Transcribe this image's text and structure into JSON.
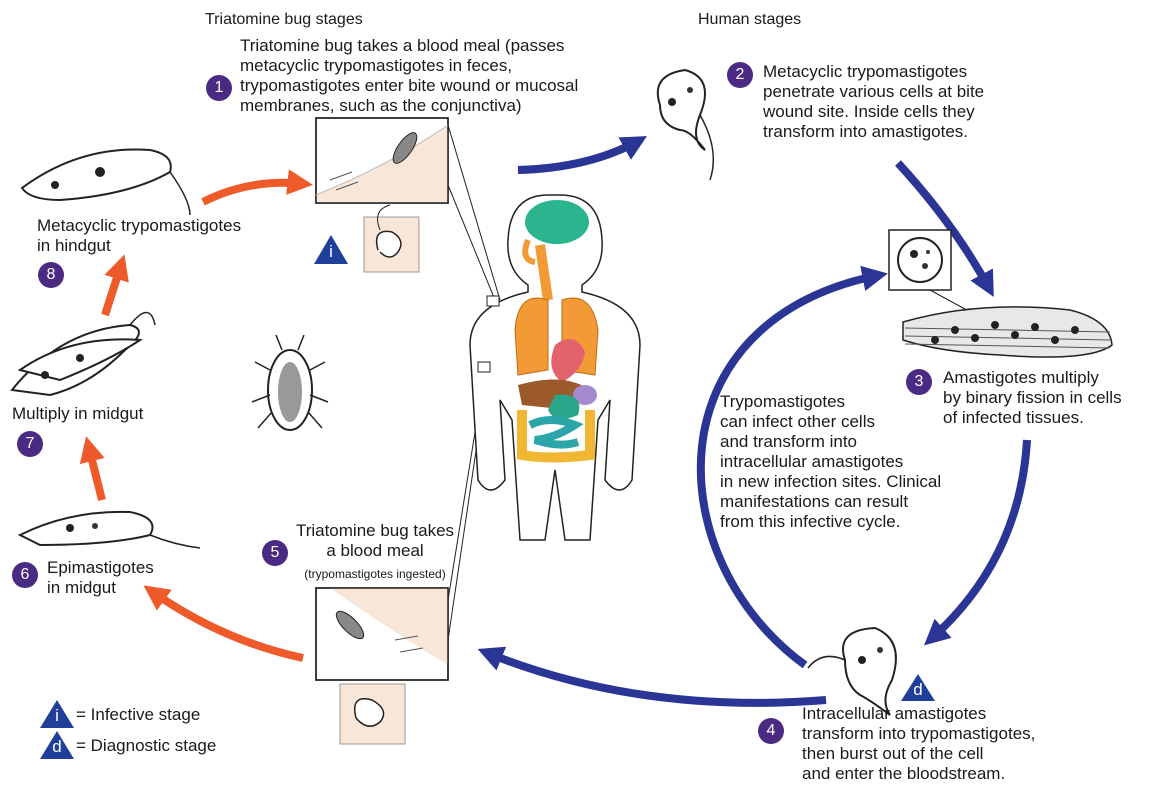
{
  "headers": {
    "bug_stages": "Triatomine bug stages",
    "human_stages": "Human stages"
  },
  "steps": [
    {
      "num": "1",
      "text": "Triatomine bug takes a blood meal (passes\nmetacyclic trypomastigotes in feces,\ntrypomastigotes enter bite wound or mucosal\nmembranes, such as the conjunctiva)"
    },
    {
      "num": "2",
      "text": "Metacyclic trypomastigotes\npenetrate various cells at bite\nwound site. Inside cells they\ntransform into amastigotes."
    },
    {
      "num": "3",
      "text": "Amastigotes multiply\nby binary fission in cells\nof infected tissues."
    },
    {
      "num": "4",
      "text": "Intracellular amastigotes\ntransform into trypomastigotes,\nthen burst out of the cell\nand enter the bloodstream."
    },
    {
      "num": "5",
      "text": "Triatomine bug takes\na blood meal",
      "sub": "(trypomastigotes ingested)"
    },
    {
      "num": "6",
      "text": "Epimastigotes\nin midgut"
    },
    {
      "num": "7",
      "text": "Multiply in midgut"
    },
    {
      "num": "8",
      "text": "Metacyclic trypomastigotes\nin hindgut"
    }
  ],
  "cycle_note": "Trypomastigotes\ncan infect other cells\nand transform into\nintracellular amastigotes\nin new infection sites. Clinical\nmanifestations can result\nfrom this infective cycle.",
  "markers": {
    "infective": "i",
    "diagnostic": "d"
  },
  "legend": {
    "infective_label": "= Infective stage",
    "diagnostic_label": "= Diagnostic stage"
  },
  "colors": {
    "step_circle": "#4b2a83",
    "stage_triangle": "#1f3f9a",
    "human_arrow": "#2a3595",
    "bug_arrow": "#ee5a2a",
    "skin": "#f8e7d8",
    "brain": "#2bb58f",
    "lungs": "#f29a35",
    "heart": "#e2636b",
    "liver": "#9c5a2c",
    "intestine_small": "#2aa6a8",
    "intestine_large": "#f2b732"
  }
}
